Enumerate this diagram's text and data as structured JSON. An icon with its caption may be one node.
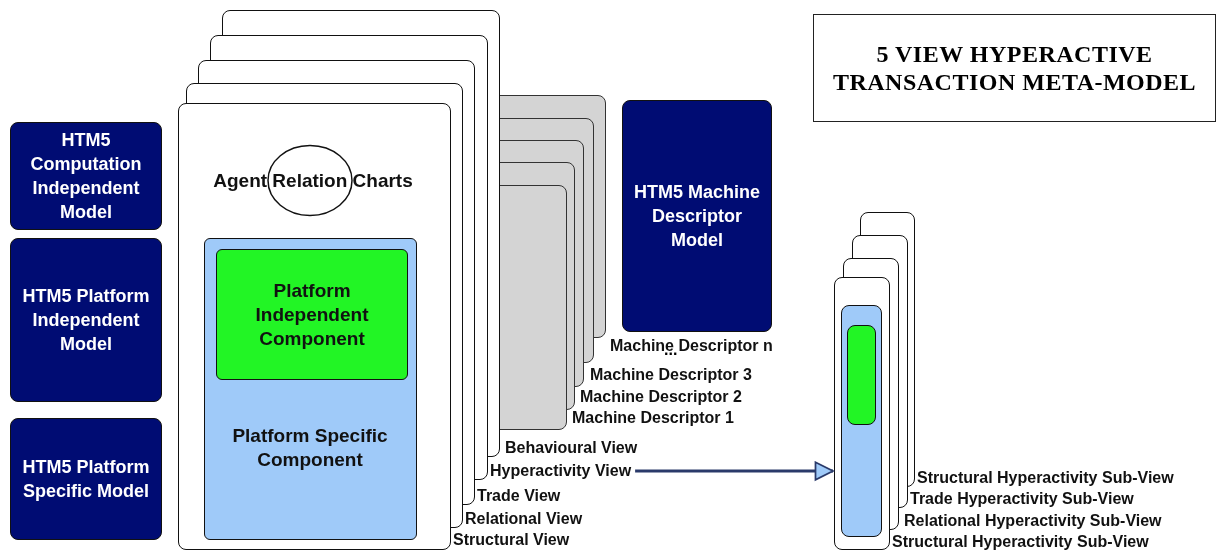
{
  "diagram": {
    "nodes": [
      {
        "text": [
          "5 VIEW HYPERACTIVE TRANSACTION META-MODEL"
        ]
      },
      {
        "text": [
          "HTM5 Computation Independent Model"
        ]
      },
      {
        "text": [
          "HTM5 Platform Independent Model"
        ]
      },
      {
        "text": [
          "HTM5 Platform Specific Model"
        ]
      },
      {
        "text": [
          "Behavioural View"
        ]
      },
      {
        "text": [
          "Hyperactivity View"
        ]
      },
      {
        "text": [
          "Trade View"
        ]
      },
      {
        "text": [
          "Relational View"
        ]
      },
      {
        "text": [
          "Structural View"
        ]
      },
      {
        "text": [
          "Agent Relation Charts"
        ]
      },
      {
        "text": [
          "Platform Specific Component"
        ],
        "in": 8
      },
      {
        "text": [
          "Platform Independent Component"
        ]
      },
      {
        "text": [
          "Machine Descriptor n"
        ]
      },
      {
        "text": [],
        "shape": "box"
      },
      {
        "text": [
          "Machine Descriptor 3"
        ]
      },
      {
        "text": [
          "Machine Descriptor 2"
        ]
      },
      {
        "text": [
          "Machine Descriptor 1"
        ]
      },
      {
        "text": [
          "HTM5 Machine Descriptor Model"
        ]
      },
      {
        "text": [
          "Structural Hyperactivity Sub-View"
        ]
      },
      {
        "text": [
          "Trade Hyperactivity Sub-View"
        ]
      },
      {
        "text": [
          "Relational Hyperactivity Sub-View"
        ]
      },
      {
        "text": [
          "Structural Hyperactivity Sub-View"
        ]
      },
      {
        "text": [],
        "shape": "box"
      },
      {
        "text": [],
        "shape": "box",
        "in": 22
      }
    ],
    "edges": [
      {
        "from": 5,
        "to": 21,
        "arrow": "to"
      }
    ],
    "labels": [
      "..."
    ]
  }
}
